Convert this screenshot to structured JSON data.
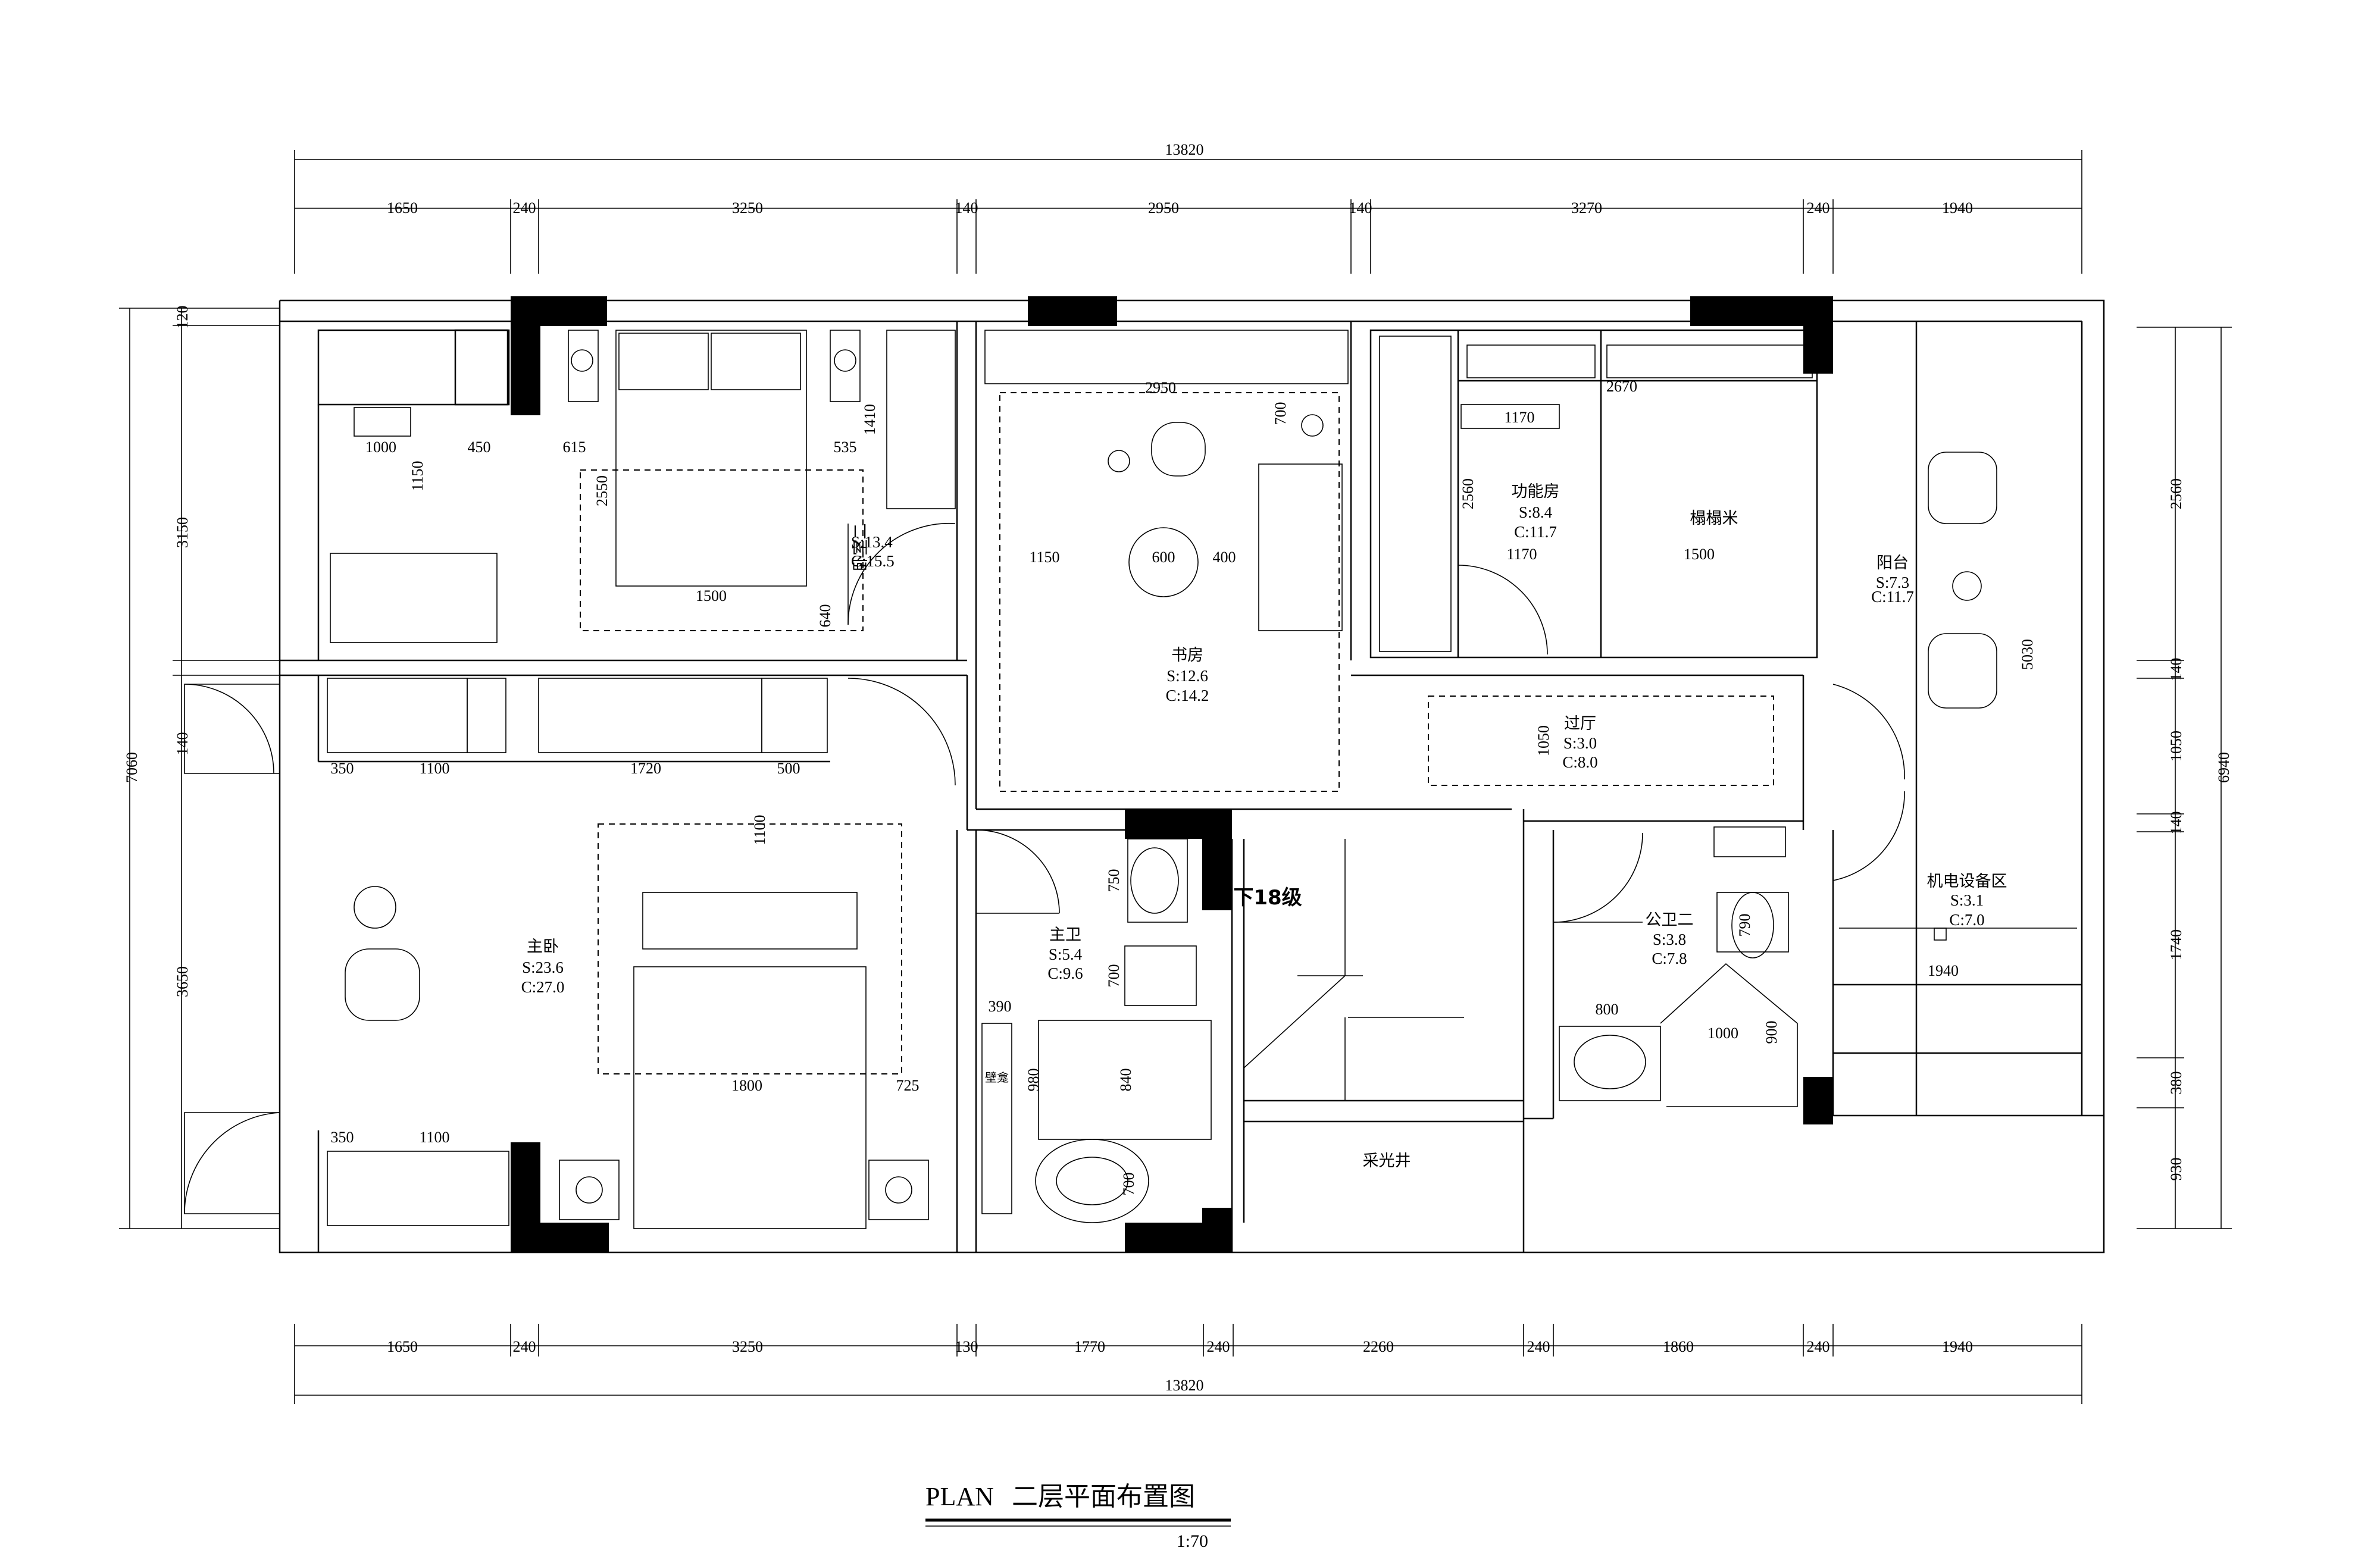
{
  "title": {
    "plan_label": "PLAN",
    "name": "二层平面布置图",
    "scale": "1:70"
  },
  "dimensions": {
    "top_total": "13820",
    "top_segments": [
      "1650",
      "240",
      "3250",
      "140",
      "2950",
      "140",
      "3270",
      "240",
      "1940"
    ],
    "bottom_total": "13820",
    "bottom_segments": [
      "1650",
      "240",
      "3250",
      "130",
      "1770",
      "240",
      "2260",
      "240",
      "1860",
      "240",
      "1940"
    ],
    "left_total": "7060",
    "left_segments": [
      "120",
      "3150",
      "140",
      "3650"
    ],
    "right_total": "6940",
    "right_segments": [
      "2560",
      "140",
      "1050",
      "140",
      "1740",
      "380",
      "930"
    ]
  },
  "inner_dimensions": [
    "1000",
    "450",
    "615",
    "535",
    "1410",
    "1150",
    "2550",
    "1500",
    "640",
    "350",
    "1100",
    "1720",
    "500",
    "2950",
    "700",
    "1150",
    "600",
    "400",
    "1170",
    "2670",
    "2560",
    "1170",
    "1500",
    "1050",
    "5030",
    "1100",
    "1800",
    "725",
    "350",
    "1100",
    "750",
    "700",
    "390",
    "980",
    "840",
    "700",
    "800",
    "790",
    "1000",
    "900",
    "1940"
  ],
  "rooms": [
    {
      "name": "卧室二",
      "area": "S:13.4",
      "perimeter": "C:15.5"
    },
    {
      "name": "书房",
      "area": "S:12.6",
      "perimeter": "C:14.2"
    },
    {
      "name": "功能房",
      "area": "S:8.4",
      "perimeter": "C:11.7"
    },
    {
      "name": "榻榻米",
      "area": "",
      "perimeter": ""
    },
    {
      "name": "阳台",
      "area": "S:7.3",
      "perimeter": "C:11.7"
    },
    {
      "name": "过厅",
      "area": "S:3.0",
      "perimeter": "C:8.0"
    },
    {
      "name": "主卧",
      "area": "S:23.6",
      "perimeter": "C:27.0"
    },
    {
      "name": "主卫",
      "area": "S:5.4",
      "perimeter": "C:9.6"
    },
    {
      "name": "公卫二",
      "area": "S:3.8",
      "perimeter": "C:7.8"
    },
    {
      "name": "机电设备区",
      "area": "S:3.1",
      "perimeter": "C:7.0"
    },
    {
      "name": "采光井",
      "area": "",
      "perimeter": ""
    }
  ],
  "labels": {
    "stairs": "下18级",
    "niche": "壁龛"
  }
}
